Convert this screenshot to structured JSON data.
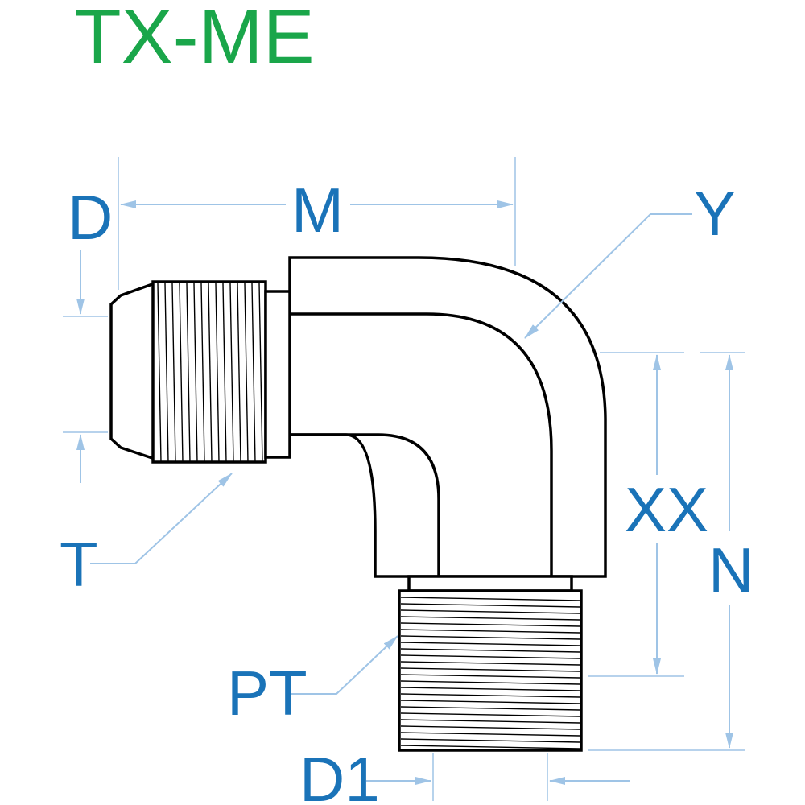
{
  "title": "TX-ME",
  "labels": {
    "D": "D",
    "M": "M",
    "Y": "Y",
    "T": "T",
    "XX": "XX",
    "N": "N",
    "PT": "PT",
    "D1": "D1"
  },
  "colors": {
    "title": "#1aa64a",
    "labels": "#1a73b8",
    "dimension_lines": "#9fc4e6",
    "outline": "#000000"
  }
}
